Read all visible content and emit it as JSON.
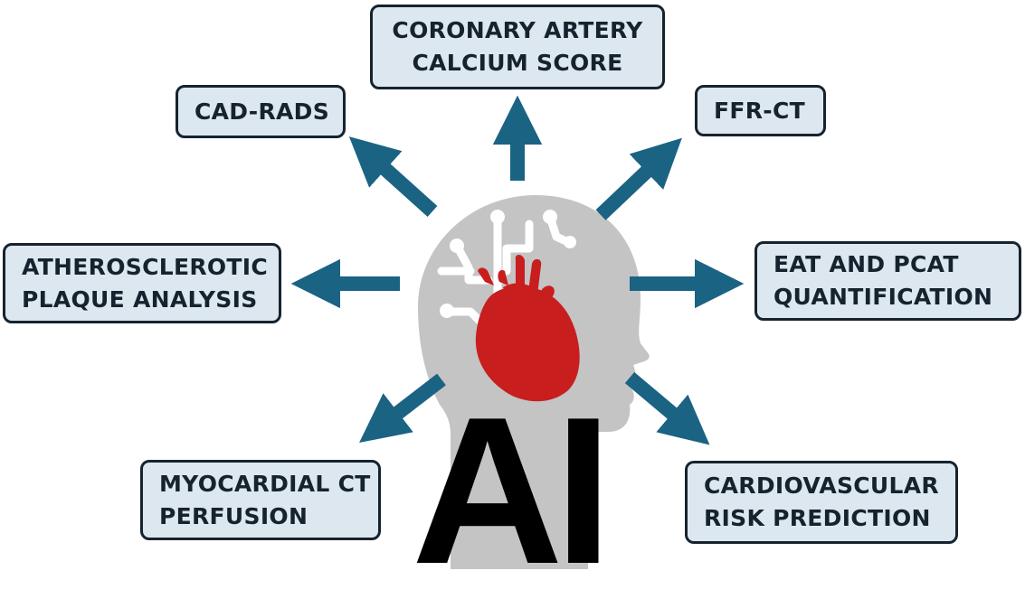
{
  "colors": {
    "box_fill": "#dde7ef",
    "box_border": "#16232f",
    "arrow": "#1b6383",
    "head": "#c4c4c4",
    "heart": "#c81e1e",
    "ai_text": "#000000"
  },
  "center": {
    "label": "AI",
    "icons": [
      "head-icon",
      "circuit-icon",
      "heart-icon"
    ]
  },
  "nodes": {
    "cac": {
      "line1": "CORONARY ARTERY",
      "line2": "CALCIUM SCORE"
    },
    "cad_rads": {
      "line1": "CAD-RADS"
    },
    "ffr_ct": {
      "line1": "FFR-CT"
    },
    "plaque": {
      "line1": "ATHEROSCLEROTIC",
      "line2": "PLAQUE ANALYSIS"
    },
    "eat": {
      "line1": "EAT AND PCAT",
      "line2": "QUANTIFICATION"
    },
    "perfusion": {
      "line1": "MYOCARDIAL CT",
      "line2": "PERFUSION"
    },
    "risk": {
      "line1": "CARDIOVASCULAR",
      "line2": "RISK PREDICTION"
    }
  }
}
